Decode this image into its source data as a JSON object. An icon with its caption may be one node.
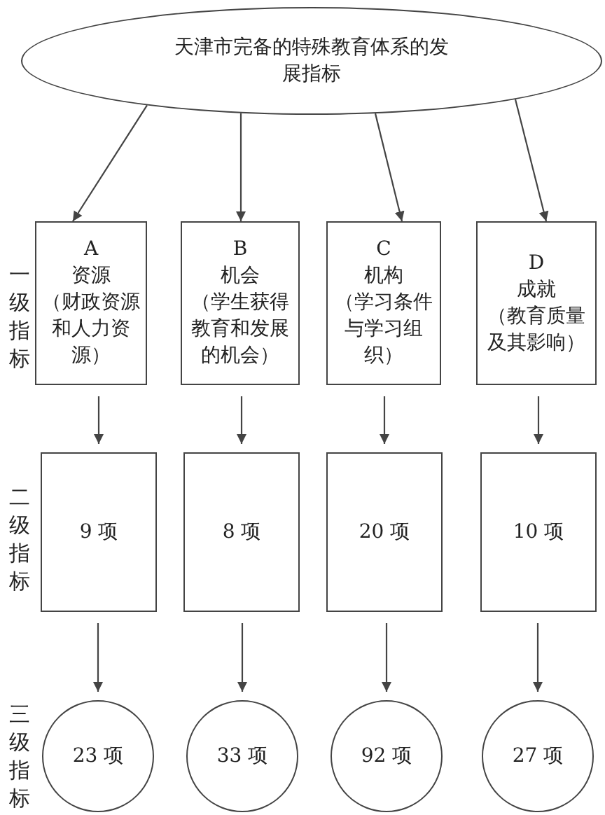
{
  "diagram": {
    "nodes": [
      {
        "text": [
          "天津市完备的特殊教育体系的发展指标"
        ]
      },
      {
        "text": [
          "A",
          "资源",
          "（财政资源和人力资源）"
        ]
      },
      {
        "text": [
          "B",
          "机会",
          "（学生获得教育和发展的机会）"
        ]
      },
      {
        "text": [
          "C",
          "机构",
          "（学习条件与学习组织）"
        ]
      },
      {
        "text": [
          "D",
          "成就",
          "（教育质量及其影响）"
        ]
      },
      {
        "text": [
          "9 项"
        ]
      },
      {
        "text": [
          "8 项"
        ]
      },
      {
        "text": [
          "20 项"
        ]
      },
      {
        "text": [
          "10 项"
        ]
      },
      {
        "text": [
          "23 项"
        ]
      },
      {
        "text": [
          "33 项"
        ]
      },
      {
        "text": [
          "92 项"
        ]
      },
      {
        "text": [
          "27 项"
        ]
      }
    ],
    "edges": [
      {
        "from": 0,
        "to": 1,
        "arrow": "to"
      },
      {
        "from": 0,
        "to": 2,
        "arrow": "to"
      },
      {
        "from": 0,
        "to": 3,
        "arrow": "to"
      },
      {
        "from": 0,
        "to": 4,
        "arrow": "to"
      },
      {
        "from": 1,
        "to": 5,
        "arrow": "to"
      },
      {
        "from": 2,
        "to": 6,
        "arrow": "to"
      },
      {
        "from": 3,
        "to": 7,
        "arrow": "to"
      },
      {
        "from": 4,
        "to": 8,
        "arrow": "to"
      },
      {
        "from": 5,
        "to": 9,
        "arrow": "to"
      },
      {
        "from": 6,
        "to": 10,
        "arrow": "to"
      },
      {
        "from": 7,
        "to": 11,
        "arrow": "to"
      },
      {
        "from": 8,
        "to": 12,
        "arrow": "to"
      }
    ],
    "labels": [
      "一级指标",
      "二级指标",
      "三级指标"
    ]
  }
}
